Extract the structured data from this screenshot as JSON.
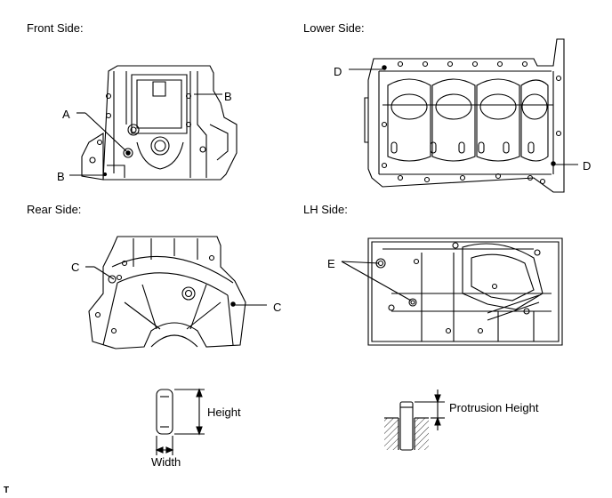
{
  "views": {
    "front": {
      "title": "Front Side:"
    },
    "lower": {
      "title": "Lower Side:"
    },
    "rear": {
      "title": "Rear Side:"
    },
    "lh": {
      "title": "LH Side:"
    }
  },
  "callouts": {
    "a": "A",
    "b": "B",
    "c": "C",
    "d": "D",
    "e": "E"
  },
  "pin": {
    "height_label": "Height",
    "width_label": "Width",
    "protrusion_label": "Protrusion Height"
  },
  "footer_mark": "T"
}
